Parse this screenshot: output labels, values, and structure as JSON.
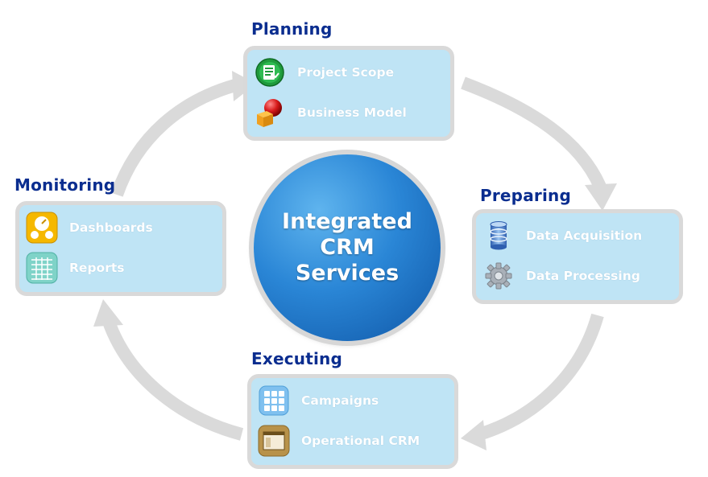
{
  "center": {
    "lines": [
      "Integrated",
      "CRM",
      "Services"
    ],
    "color": "#1f78cc"
  },
  "stages": {
    "planning": {
      "title": "Planning",
      "items": [
        {
          "label": "Project Scope",
          "icon": "document-checklist-icon"
        },
        {
          "label": "Business Model",
          "icon": "sphere-and-cube-icon"
        }
      ]
    },
    "preparing": {
      "title": "Preparing",
      "items": [
        {
          "label": "Data Acquisition",
          "icon": "database-icon"
        },
        {
          "label": "Data Processing",
          "icon": "gear-icon"
        }
      ]
    },
    "executing": {
      "title": "Executing",
      "items": [
        {
          "label": "Campaigns",
          "icon": "grid-icon"
        },
        {
          "label": "Operational CRM",
          "icon": "window-icon"
        }
      ]
    },
    "monitoring": {
      "title": "Monitoring",
      "items": [
        {
          "label": "Dashboards",
          "icon": "gauge-icon"
        },
        {
          "label": "Reports",
          "icon": "spreadsheet-icon"
        }
      ]
    }
  },
  "colors": {
    "title": "#0a2d8f",
    "panel_fill": "#bfe4f5",
    "panel_border": "#d9d9d9",
    "arrow": "#d9d9d9"
  }
}
